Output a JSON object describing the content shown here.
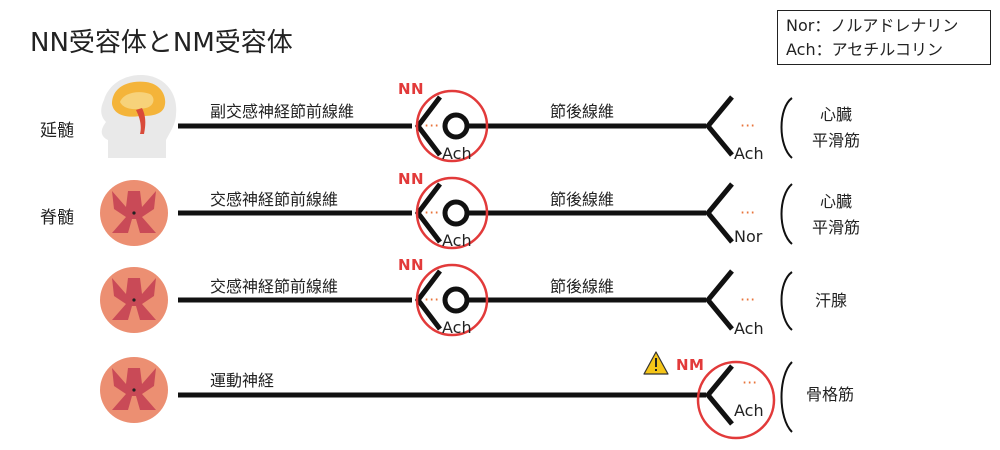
{
  "title": "NN受容体とNM受容体",
  "legend": {
    "line1": "Nor：ノルアドレナリン",
    "line2": "Ach：アセチルコリン"
  },
  "rows": [
    {
      "source": "延髄",
      "pre_fiber": "副交感神経節前線維",
      "ganglion_receptor": "NN",
      "ganglion_transmitter": "Ach",
      "post_fiber": "節後線維",
      "end_transmitter": "Ach",
      "targets": [
        "心臓",
        "平滑筋"
      ]
    },
    {
      "source": "脊髄",
      "pre_fiber": "交感神経節前線維",
      "ganglion_receptor": "NN",
      "ganglion_transmitter": "Ach",
      "post_fiber": "節後線維",
      "end_transmitter": "Nor",
      "targets": [
        "心臓",
        "平滑筋"
      ]
    },
    {
      "pre_fiber": "交感神経節前線維",
      "ganglion_receptor": "NN",
      "ganglion_transmitter": "Ach",
      "post_fiber": "節後線維",
      "end_transmitter": "Ach",
      "targets": [
        "汗腺"
      ]
    },
    {
      "pre_fiber": "運動神経",
      "end_receptor": "NM",
      "end_transmitter": "Ach",
      "targets": [
        "骨格筋"
      ]
    }
  ],
  "icons": {
    "brain": "brain-head-icon",
    "spinal_cord": "spinal-cord-cross-section-icon",
    "warning": "warning-icon"
  },
  "colors": {
    "receptor_circle": "#e23a3a",
    "release_dots": "#e8743b",
    "spinal_outer": "#ec8f72",
    "spinal_inner": "#c94a57",
    "warning": "#f5c518"
  }
}
